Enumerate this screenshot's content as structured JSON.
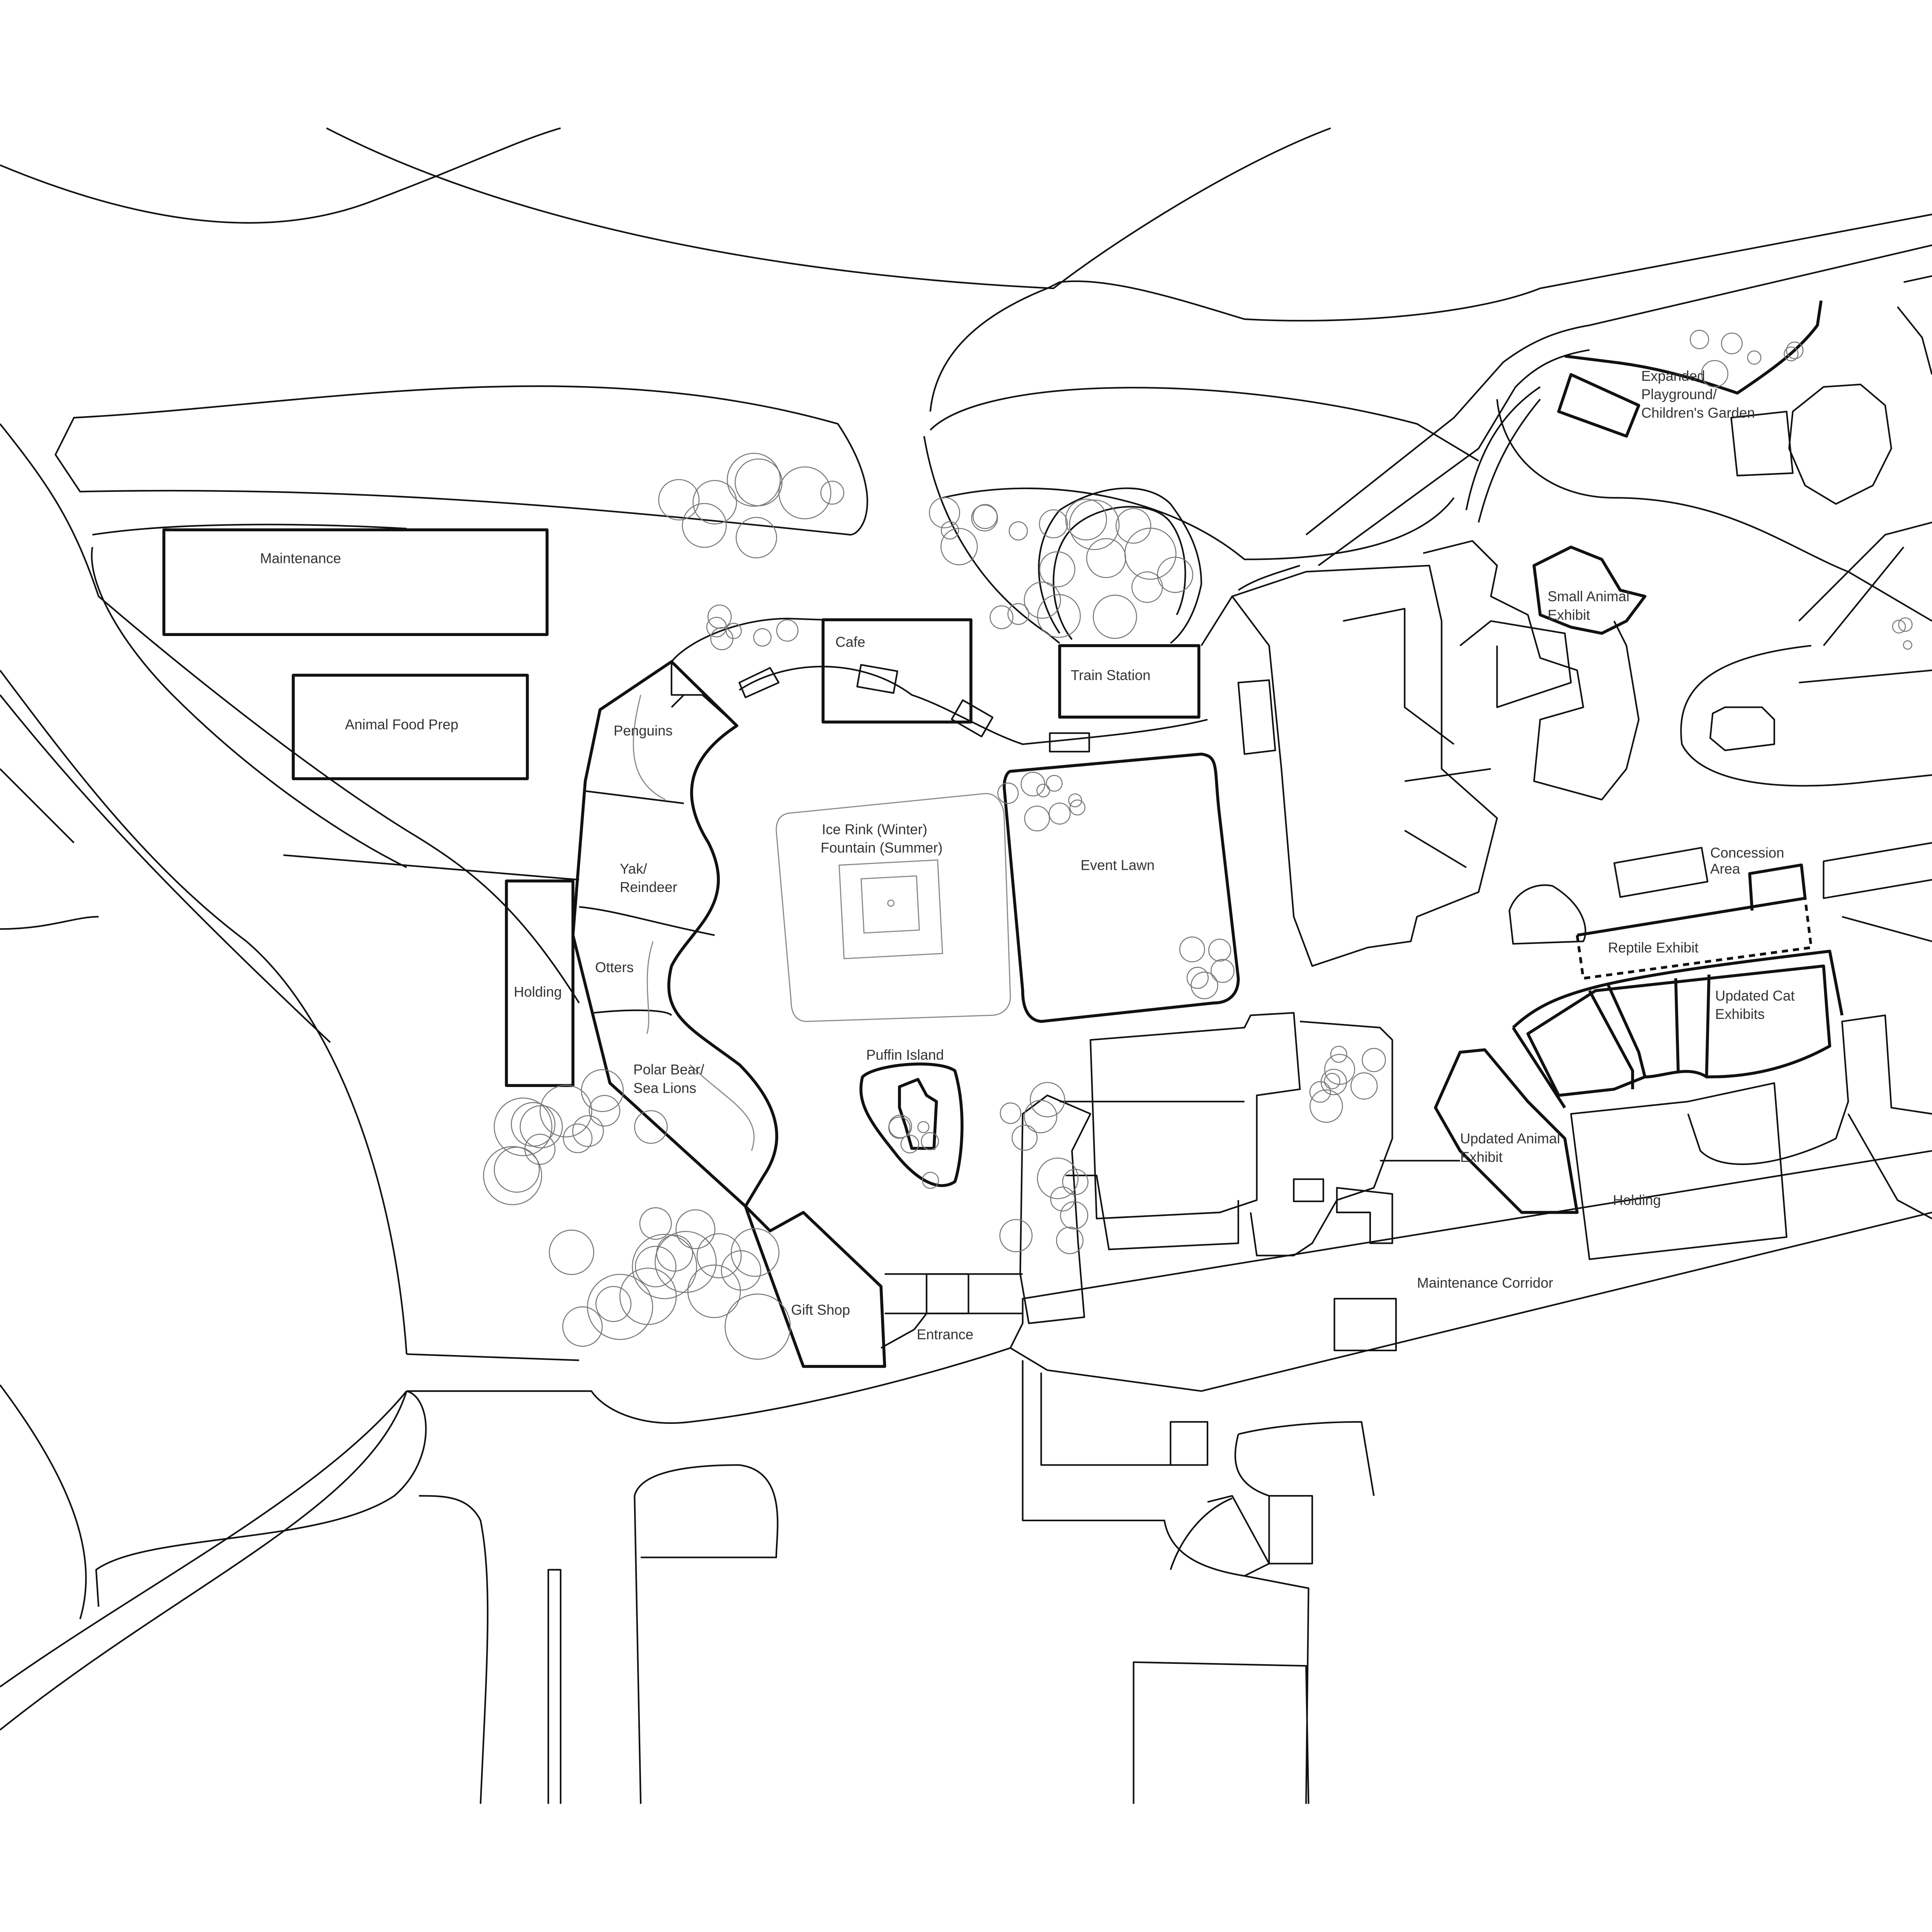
{
  "map": {
    "labels": {
      "maintenance": "Maintenance",
      "animal_food_prep": "Animal Food Prep",
      "cafe": "Cafe",
      "train_station": "Train Station",
      "penguins": "Penguins",
      "yak_reindeer_1": "Yak/",
      "yak_reindeer_2": "Reindeer",
      "ice_rink_1": "Ice Rink (Winter)",
      "ice_rink_2": "Fountain (Summer)",
      "event_lawn": "Event Lawn",
      "otters": "Otters",
      "holding_west": "Holding",
      "polar_bear_1": "Polar Bear/",
      "polar_bear_2": "Sea Lions",
      "puffin_island": "Puffin Island",
      "gift_shop": "Gift Shop",
      "entrance": "Entrance",
      "updated_animal_1": "Updated Animal",
      "updated_animal_2": "Exhibit",
      "maintenance_corridor": "Maintenance Corridor",
      "holding_east": "Holding",
      "updated_cat_1": "Updated Cat",
      "updated_cat_2": "Exhibits",
      "reptile_exhibit": "Reptile Exhibit",
      "concession_1": "Concession",
      "concession_2": "Area",
      "small_animal_1": "Small Animal",
      "small_animal_2": "Exhibit",
      "playground_1": "Expanded",
      "playground_2": "Playground/",
      "playground_3": "Children's Garden"
    },
    "colors": {
      "line": "#111111",
      "tree": "#777777",
      "text": "#333333"
    }
  }
}
